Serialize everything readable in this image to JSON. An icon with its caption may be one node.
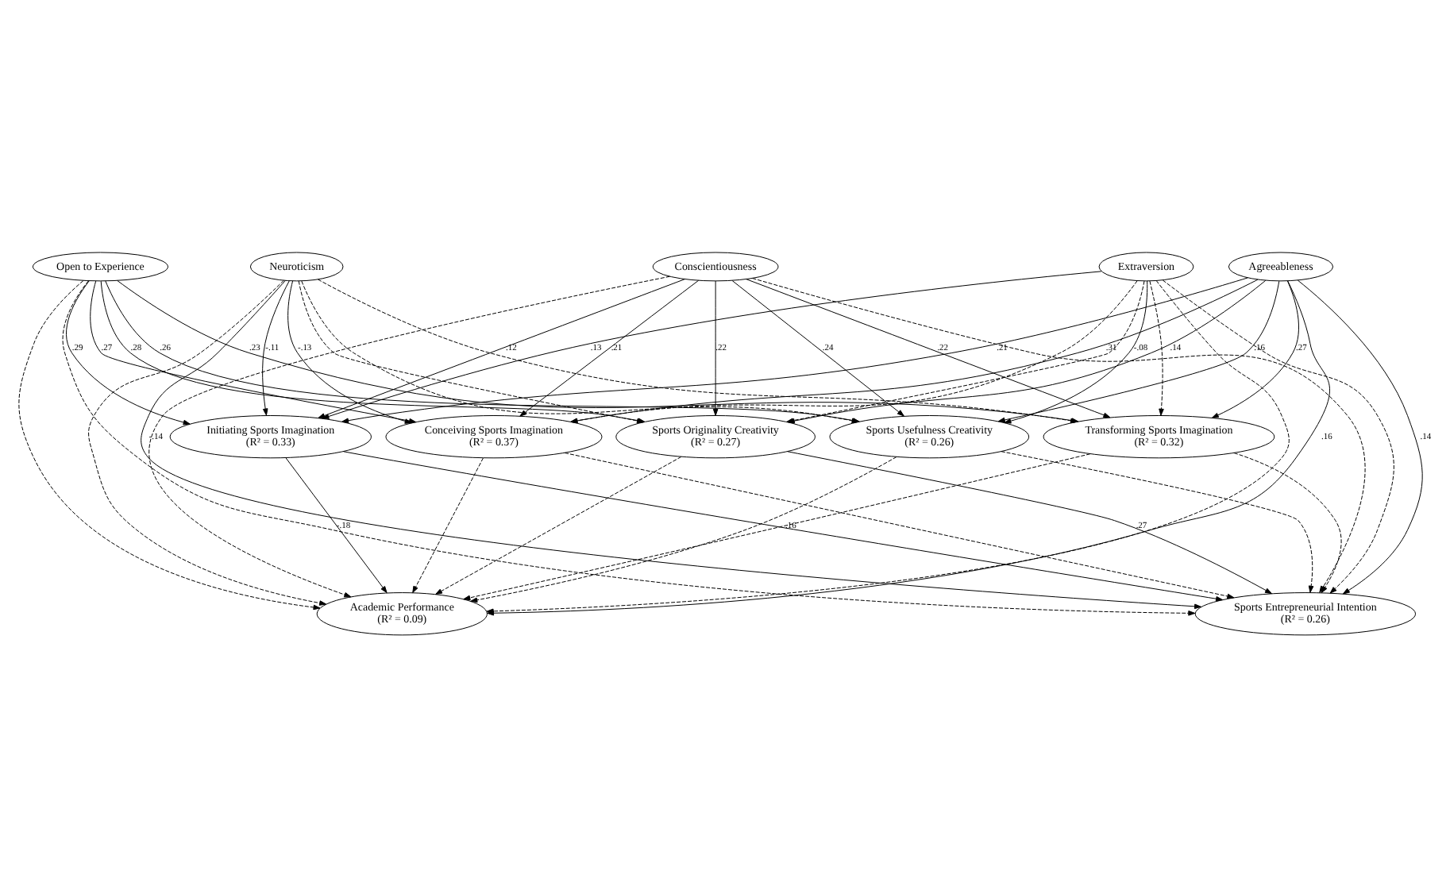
{
  "diagram": {
    "nodes": [
      {
        "text": [
          "Neuroticism"
        ]
      },
      {
        "text": [
          "Open to Experience"
        ]
      },
      {
        "text": [
          "Conscientiousness"
        ]
      },
      {
        "text": [
          "Extraversion"
        ]
      },
      {
        "text": [
          "Agreeableness"
        ]
      },
      {
        "text": [
          "Initiating Sports Imagination",
          "(R² = 0.33)"
        ]
      },
      {
        "text": [
          "Conceiving Sports Imagination",
          "(R² = 0.37)"
        ]
      },
      {
        "text": [
          "Transforming Sports Imagination",
          "(R² = 0.32)"
        ]
      },
      {
        "text": [
          "Sports Originality Creativity",
          "(R² = 0.27)"
        ]
      },
      {
        "text": [
          "Sports Usefulness Creativity",
          "(R² = 0.26)"
        ]
      },
      {
        "text": [
          "Academic Performance",
          "(R² = 0.09)"
        ]
      },
      {
        "text": [
          "Sports Entrepreneurial Intention",
          "(R² = 0.26)"
        ]
      }
    ],
    "edges": [
      {
        "from": 3,
        "to": 5,
        "arrow": "to",
        "label": ".13"
      },
      {
        "from": 3,
        "to": 6,
        "arrow": "to",
        "style": "dashed"
      },
      {
        "from": 3,
        "to": 7,
        "arrow": "to",
        "style": "dashed"
      },
      {
        "from": 3,
        "to": 8,
        "arrow": "to",
        "style": "dashed"
      },
      {
        "from": 3,
        "to": 9,
        "arrow": "to",
        "label": "-.08"
      },
      {
        "from": 3,
        "to": 10,
        "arrow": "to",
        "style": "dashed"
      },
      {
        "from": 3,
        "to": 11,
        "arrow": "to",
        "style": "dashed"
      },
      {
        "from": 1,
        "to": 5,
        "arrow": "to",
        "label": ".29"
      },
      {
        "from": 1,
        "to": 6,
        "arrow": "to",
        "label": ".27"
      },
      {
        "from": 1,
        "to": 7,
        "arrow": "to",
        "label": ".23"
      },
      {
        "from": 1,
        "to": 8,
        "arrow": "to",
        "label": ".28"
      },
      {
        "from": 1,
        "to": 9,
        "arrow": "to",
        "label": ".26"
      },
      {
        "from": 1,
        "to": 10,
        "arrow": "to",
        "style": "dashed"
      },
      {
        "from": 1,
        "to": 11,
        "arrow": "to",
        "style": "dashed"
      },
      {
        "from": 0,
        "to": 5,
        "arrow": "to",
        "label": "-.11"
      },
      {
        "from": 0,
        "to": 6,
        "arrow": "to",
        "label": "-.13"
      },
      {
        "from": 0,
        "to": 7,
        "arrow": "to",
        "style": "dashed"
      },
      {
        "from": 0,
        "to": 8,
        "arrow": "to",
        "style": "dashed"
      },
      {
        "from": 0,
        "to": 9,
        "arrow": "to",
        "style": "dashed"
      },
      {
        "from": 0,
        "to": 10,
        "arrow": "to",
        "style": "dashed"
      },
      {
        "from": 0,
        "to": 11,
        "arrow": "to",
        "label": "-.14"
      },
      {
        "from": 2,
        "to": 5,
        "arrow": "to",
        "label": ".12"
      },
      {
        "from": 2,
        "to": 6,
        "arrow": "to",
        "label": ".21"
      },
      {
        "from": 2,
        "to": 7,
        "arrow": "to",
        "label": ".22"
      },
      {
        "from": 2,
        "to": 8,
        "arrow": "to",
        "label": ".22"
      },
      {
        "from": 2,
        "to": 9,
        "arrow": "to",
        "label": ".24"
      },
      {
        "from": 2,
        "to": 10,
        "arrow": "to",
        "style": "dashed"
      },
      {
        "from": 2,
        "to": 11,
        "arrow": "to",
        "style": "dashed"
      },
      {
        "from": 4,
        "to": 5,
        "arrow": "to",
        "label": ".21"
      },
      {
        "from": 4,
        "to": 6,
        "arrow": "to",
        "label": ".31"
      },
      {
        "from": 4,
        "to": 7,
        "arrow": "to",
        "label": ".27"
      },
      {
        "from": 4,
        "to": 8,
        "arrow": "to",
        "label": ".14"
      },
      {
        "from": 4,
        "to": 9,
        "arrow": "to",
        "label": ".16"
      },
      {
        "from": 4,
        "to": 10,
        "arrow": "to",
        "label": ".16"
      },
      {
        "from": 4,
        "to": 11,
        "arrow": "to",
        "label": ".14"
      },
      {
        "from": 5,
        "to": 10,
        "arrow": "to",
        "label": "-.18"
      },
      {
        "from": 5,
        "to": 11,
        "arrow": "to",
        "label": ".16"
      },
      {
        "from": 6,
        "to": 10,
        "arrow": "to",
        "style": "dashed"
      },
      {
        "from": 6,
        "to": 11,
        "arrow": "to",
        "style": "dashed"
      },
      {
        "from": 7,
        "to": 10,
        "arrow": "to",
        "style": "dashed"
      },
      {
        "from": 7,
        "to": 11,
        "arrow": "to",
        "style": "dashed"
      },
      {
        "from": 8,
        "to": 10,
        "arrow": "to",
        "style": "dashed"
      },
      {
        "from": 8,
        "to": 11,
        "arrow": "to",
        "label": ".27"
      },
      {
        "from": 9,
        "to": 10,
        "arrow": "to",
        "style": "dashed"
      },
      {
        "from": 9,
        "to": 11,
        "arrow": "to",
        "style": "dashed"
      }
    ]
  }
}
